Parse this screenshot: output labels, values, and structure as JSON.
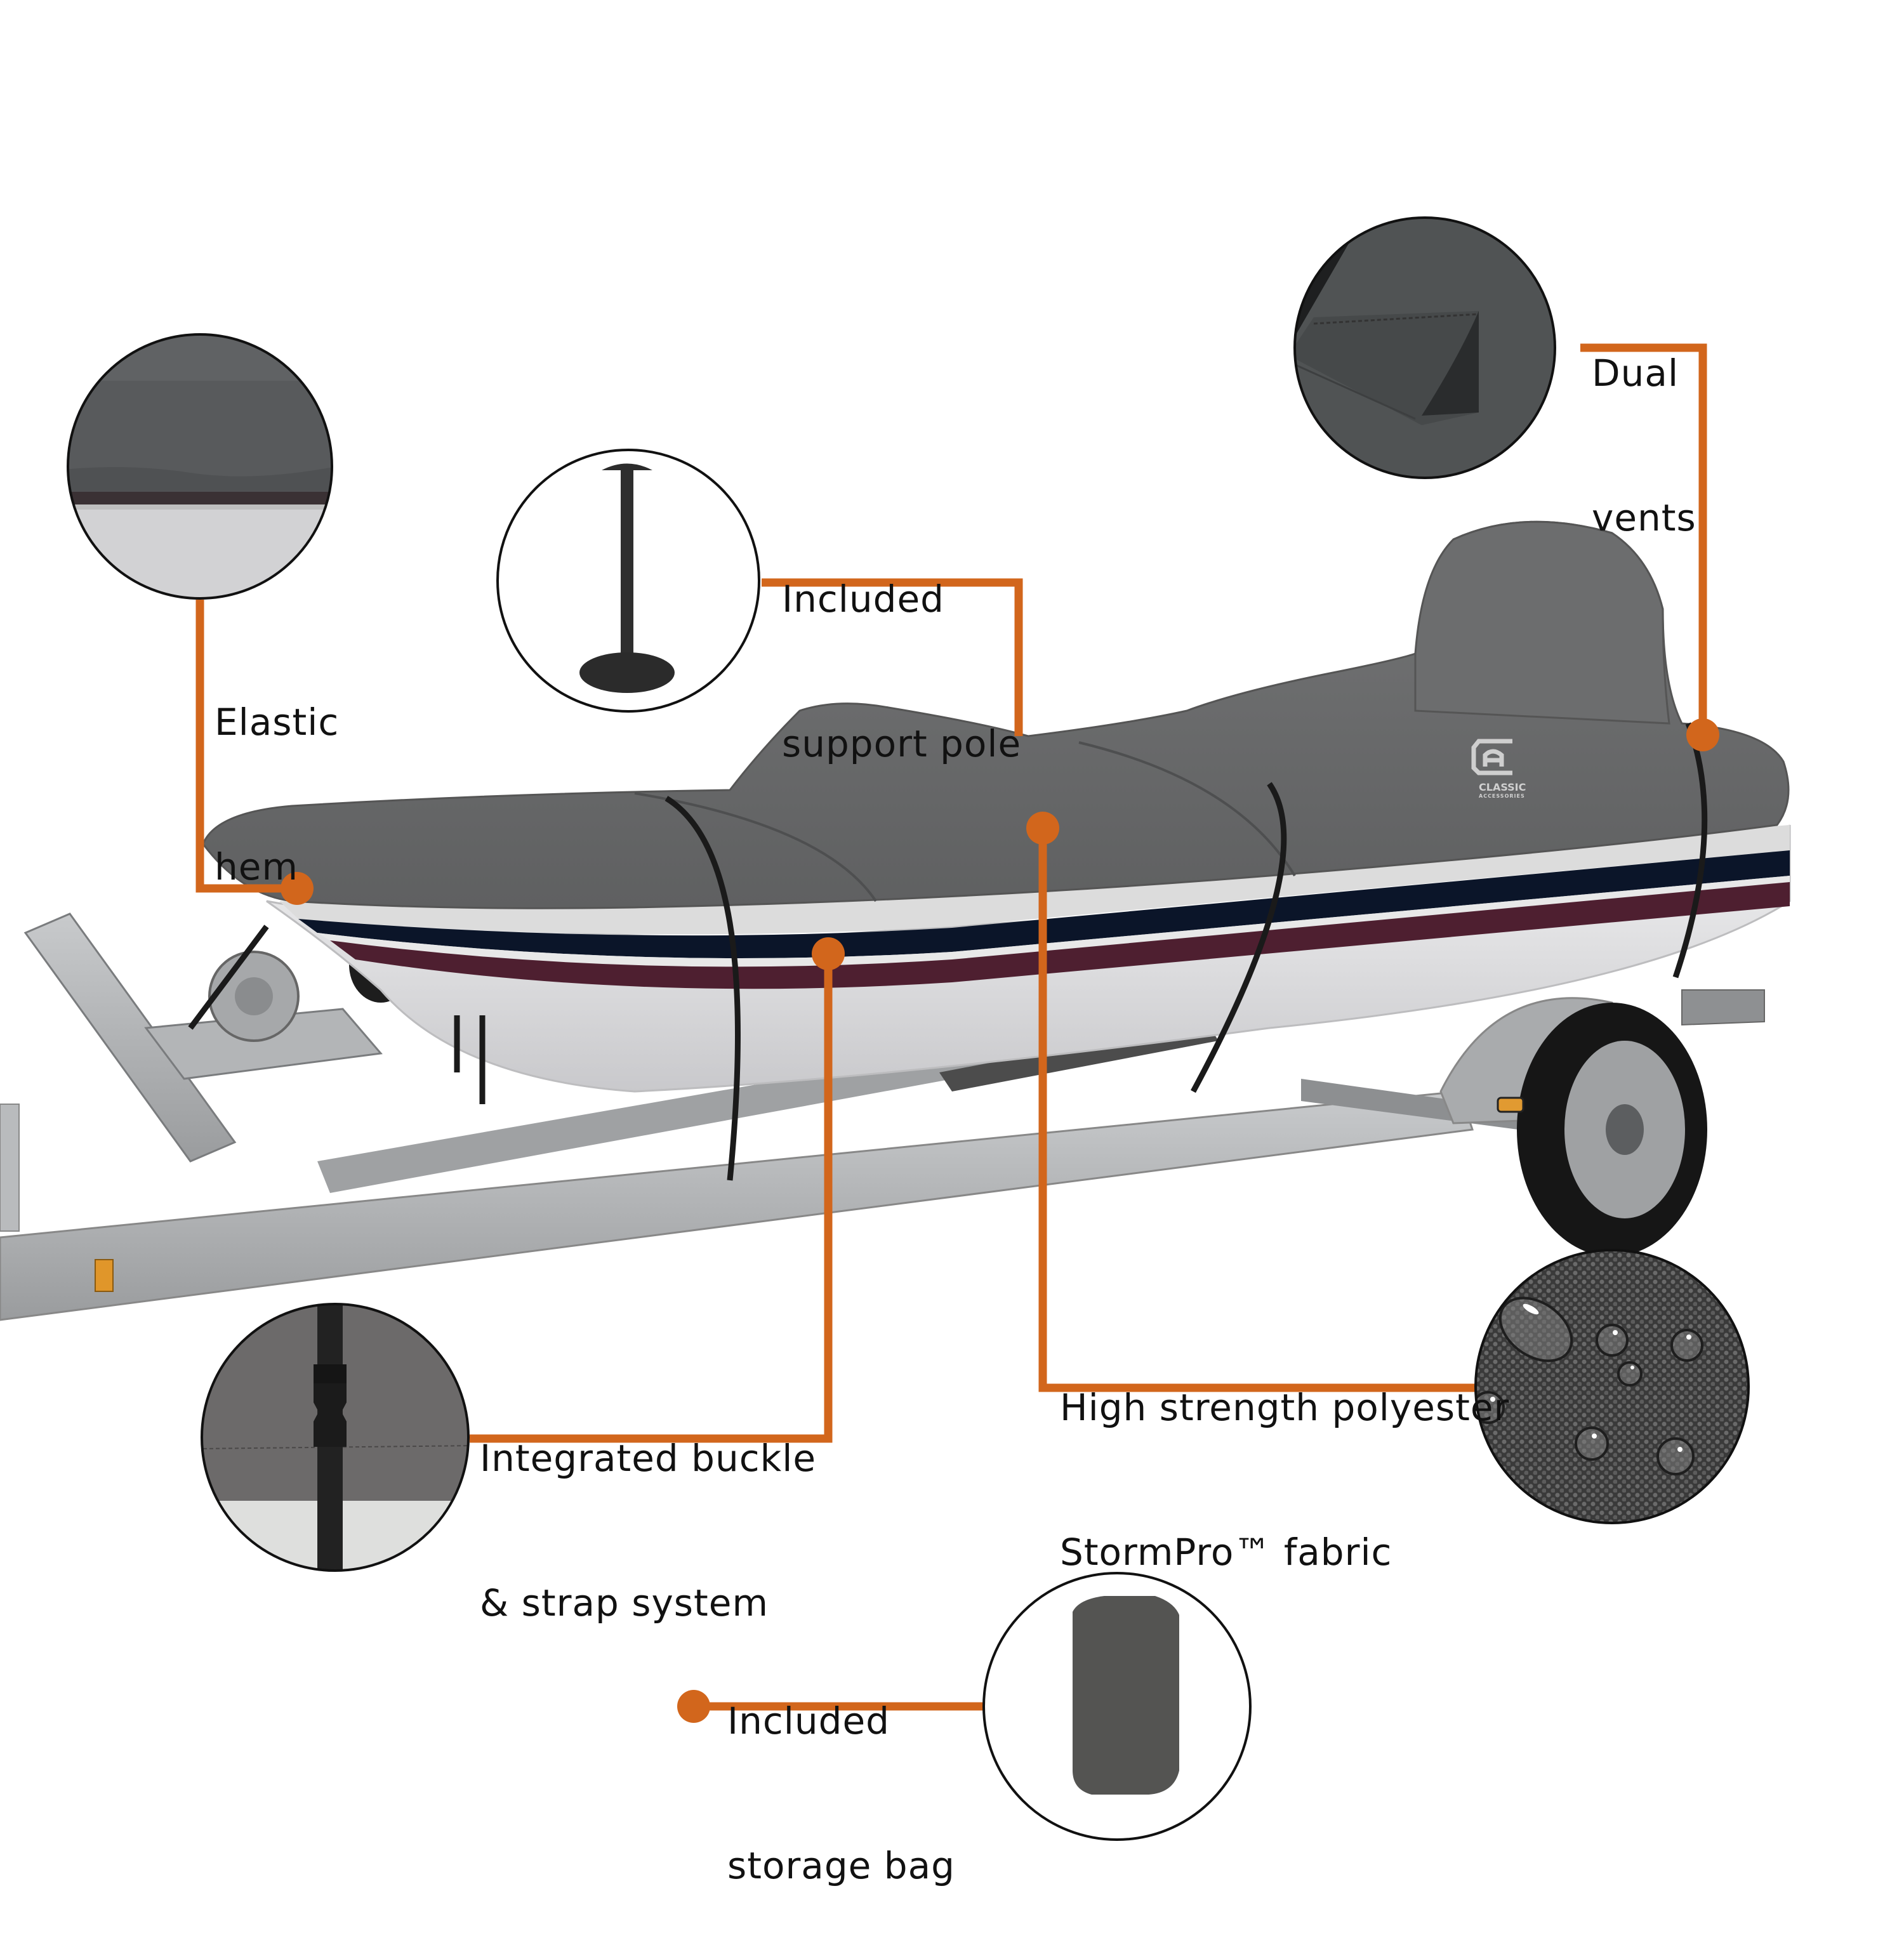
{
  "product": {
    "brand_logo_mark": "CA",
    "brand_name_line1": "CLASSIC",
    "brand_name_line2": "ACCESSORIES",
    "cover_color": "#6A6B6C",
    "hull_stripe_white": "#DCDCDC",
    "hull_stripe_navy": "#0B1529",
    "hull_stripe_maroon": "#4E1F30",
    "hull_color": "#E6E6E8",
    "trailer_color": "#B4B6B8"
  },
  "theme": {
    "accent": "#D2661C",
    "text": "#111111",
    "background": "#FFFFFF",
    "circle_border": "#111111"
  },
  "callouts": [
    {
      "id": "elastic-hem",
      "line1": "Elastic",
      "line2": "hem",
      "icon": "elastic-hem-closeup-icon"
    },
    {
      "id": "support-pole",
      "line1": "Included",
      "line2": "support pole",
      "icon": "support-pole-icon"
    },
    {
      "id": "dual-vents",
      "line1": "Dual",
      "line2": "vents",
      "icon": "vent-flap-closeup-icon"
    },
    {
      "id": "fabric",
      "line1": "High strength polyester",
      "line2": "StormPro™ fabric",
      "icon": "water-droplets-fabric-icon"
    },
    {
      "id": "buckle-strap",
      "line1": "Integrated buckle",
      "line2": "& strap system",
      "icon": "buckle-strap-closeup-icon"
    },
    {
      "id": "storage-bag",
      "line1": "Included",
      "line2": "storage bag",
      "icon": "storage-bag-icon"
    }
  ]
}
